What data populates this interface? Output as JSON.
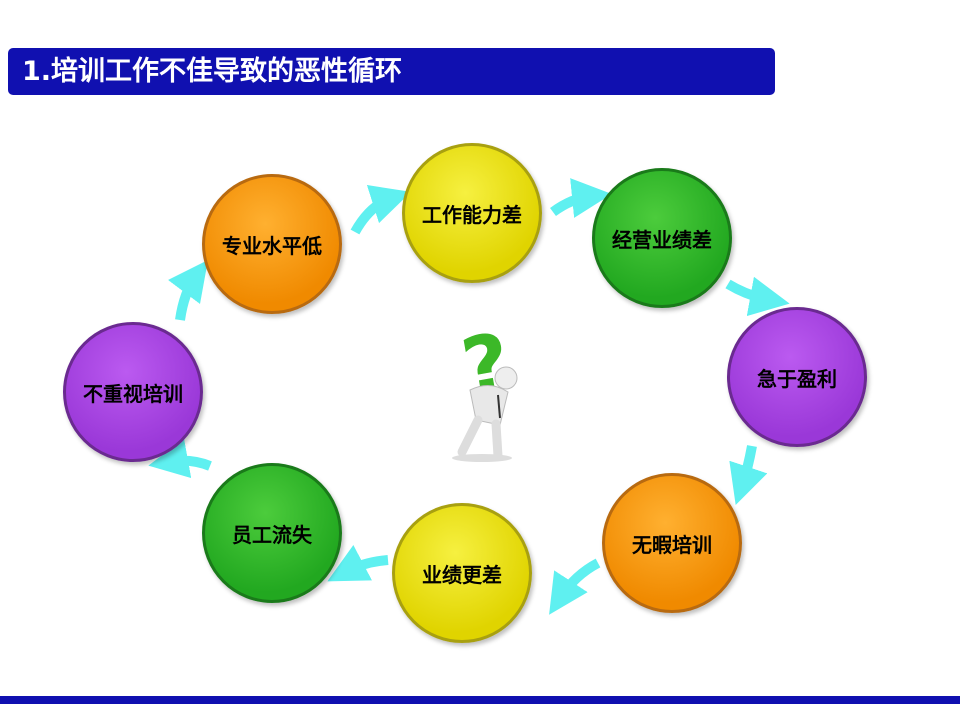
{
  "title": "1.培训工作不佳导致的恶性循环",
  "nodes": [
    "专业水平低",
    "工作能力差",
    "经营业绩差",
    "急于盈利",
    "无暇培训",
    "业绩更差",
    "员工流失",
    "不重视培训"
  ],
  "colors": {
    "title_bar": "#1010b0",
    "arrow": "#5ff0f0"
  }
}
